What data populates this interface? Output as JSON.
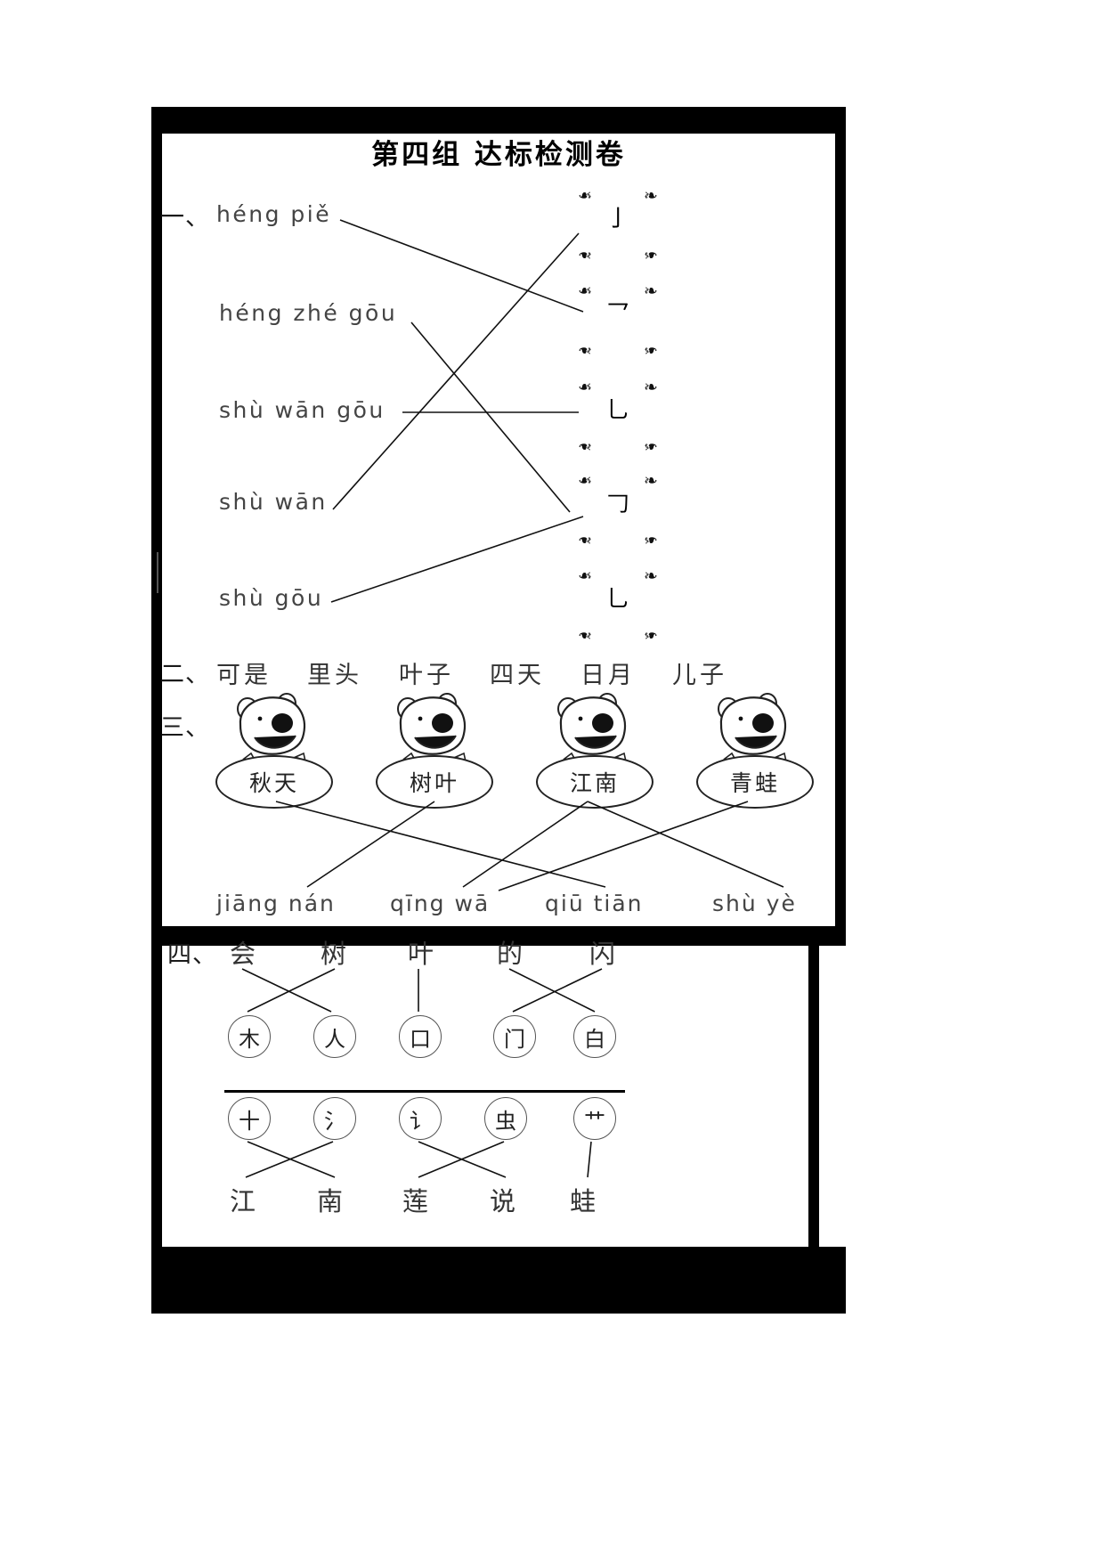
{
  "page": {
    "title": "第四组  达标检测卷"
  },
  "section1": {
    "number": "一、",
    "labels": [
      {
        "pinyin": "héng piě"
      },
      {
        "pinyin": "héng zhé gōu"
      },
      {
        "pinyin": "shù wān gōu"
      },
      {
        "pinyin": "shù wān"
      },
      {
        "pinyin": "shù gōu"
      }
    ],
    "strokes": [
      {
        "glyph": "亅"
      },
      {
        "glyph": "乛"
      },
      {
        "glyph": "乚"
      },
      {
        "glyph": "𠃌"
      },
      {
        "glyph": "乚"
      }
    ],
    "ornament": "❧"
  },
  "section2": {
    "number": "二、",
    "words": [
      "可是",
      "里头",
      "叶子",
      "四天",
      "日月",
      "儿子"
    ]
  },
  "section3": {
    "number": "三、",
    "cards": [
      "秋天",
      "树叶",
      "江南",
      "青蛙"
    ],
    "pinyin": [
      "jiāng nán",
      "qīng wā",
      "qiū tiān",
      "shù yè"
    ]
  },
  "section4": {
    "number": "四、",
    "row1_chars": [
      "会",
      "树",
      "叶",
      "的",
      "闪"
    ],
    "row1_circles": [
      "木",
      "人",
      "口",
      "门",
      "白"
    ],
    "row2_circles": [
      "十",
      "氵",
      "讠",
      "虫",
      "艹"
    ],
    "row2_chars": [
      "江",
      "南",
      "莲",
      "说",
      "蛙"
    ]
  },
  "colors": {
    "ink": "#111111",
    "frame": "#000000",
    "paper": "#ffffff"
  }
}
